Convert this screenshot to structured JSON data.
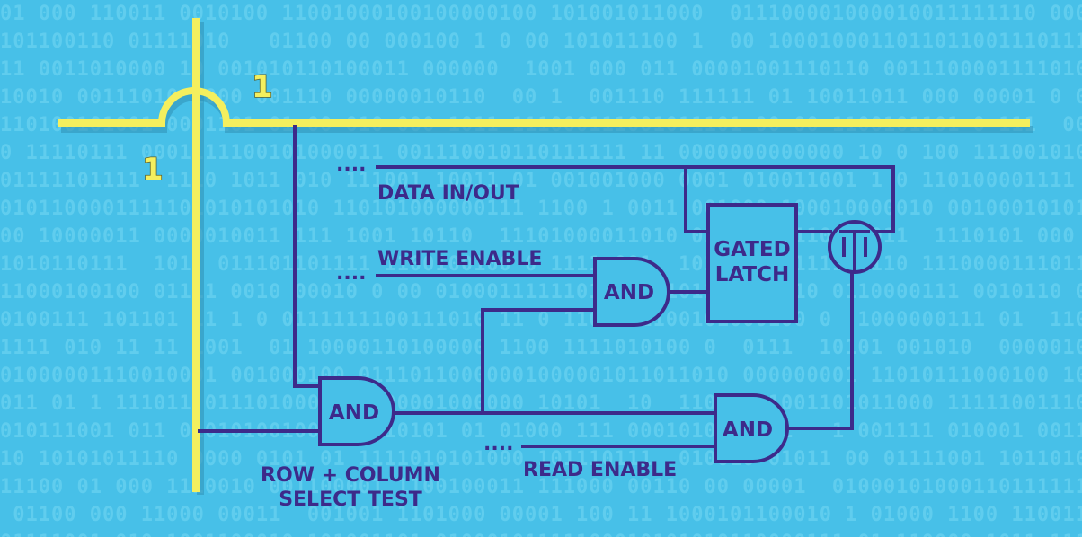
{
  "bus": {
    "row_value": "1",
    "column_value": "1"
  },
  "labels": {
    "data_in_out": "DATA IN/OUT",
    "write_enable": "WRITE ENABLE",
    "read_enable": "READ ENABLE",
    "row_column_line1": "ROW + COLUMN",
    "row_column_line2": "SELECT TEST",
    "continuation": "...."
  },
  "gates": {
    "select_and": "AND",
    "write_and": "AND",
    "read_and": "AND",
    "latch_line1": "GATED",
    "latch_line2": "LATCH"
  },
  "colors": {
    "background": "#47c0e8",
    "wire": "#3d2a8a",
    "bus": "#f4ef5e"
  }
}
